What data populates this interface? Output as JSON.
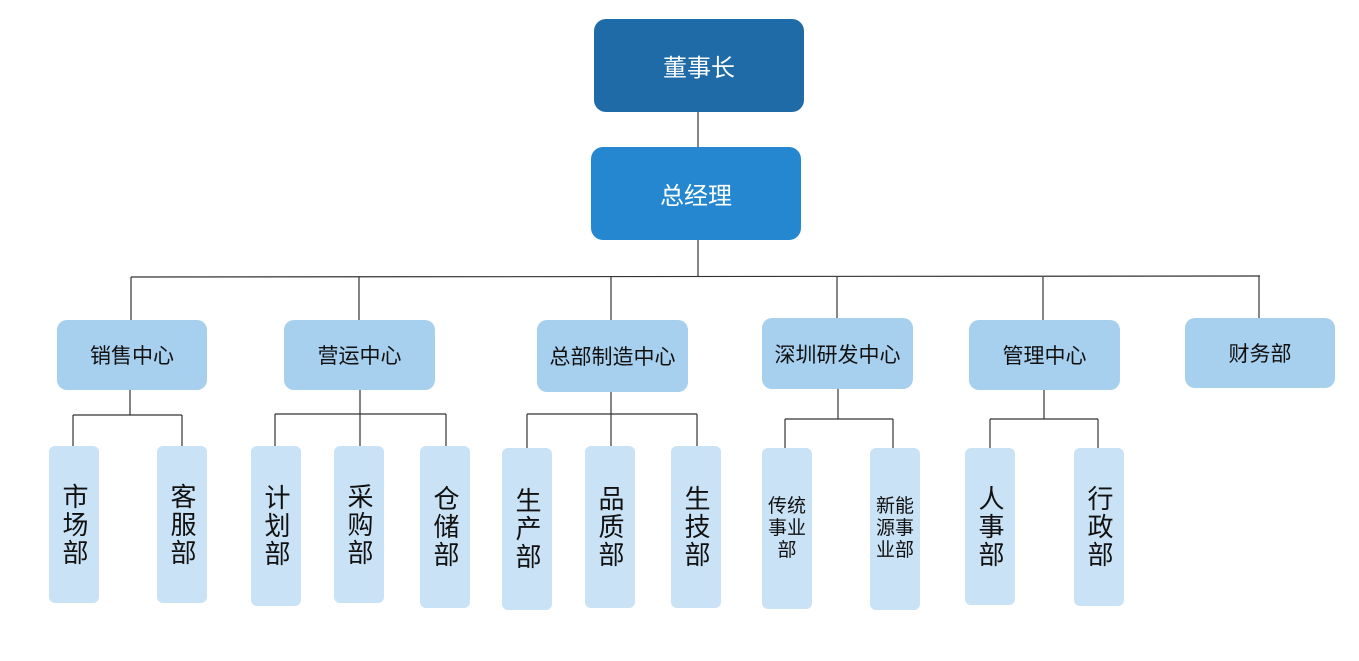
{
  "chairman": "董事长",
  "general_manager": "总经理",
  "centers": [
    {
      "name": "销售中心",
      "departments": [
        "市场部",
        "客服部"
      ]
    },
    {
      "name": "营运中心",
      "departments": [
        "计划部",
        "采购部",
        "仓储部"
      ]
    },
    {
      "name": "总部制造中心",
      "departments": [
        "生产部",
        "品质部",
        "生技部"
      ]
    },
    {
      "name": "深圳研发中心",
      "departments": [
        "传统事业部",
        "新能源事业部"
      ]
    },
    {
      "name": "管理中心",
      "departments": [
        "人事部",
        "行政部"
      ]
    },
    {
      "name": "财务部",
      "departments": []
    }
  ],
  "colors": {
    "chairman": "#1f6ba8",
    "general_manager": "#2587cf",
    "center": "#a7cfee",
    "department": "#c9e2f5",
    "connector": "#333333"
  }
}
